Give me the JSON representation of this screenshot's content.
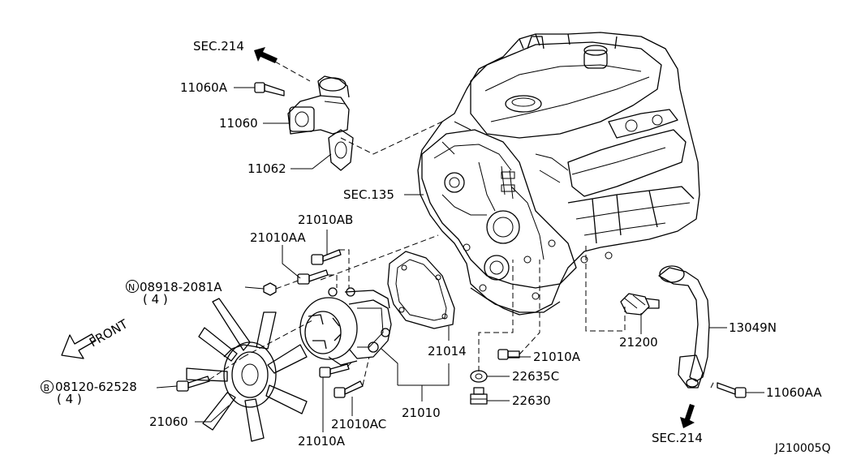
{
  "labels": {
    "sec214_top": "SEC.214",
    "p11060A": "11060A",
    "p11060": "11060",
    "p11062": "11062",
    "sec135": "SEC.135",
    "p21010AB": "21010AB",
    "p21010AA": "21010AA",
    "n_bolt_code": "08918-2081A",
    "n_prefix": "N",
    "n_qty": "( 4 )",
    "front": "FRONT",
    "b_bolt_code": "08120-62528",
    "b_prefix": "B",
    "b_qty": "( 4 )",
    "p21060": "21060",
    "p21010A_bottom": "21010A",
    "p21010AC": "21010AC",
    "p21010": "21010",
    "p21014": "21014",
    "p21010A_right": "21010A",
    "p22635C": "22635C",
    "p22630": "22630",
    "p21200": "21200",
    "p13049N": "13049N",
    "p11060AA": "11060AA",
    "sec214_bottom": "SEC.214",
    "diagram_id": "J210005Q"
  },
  "icons": [
    "arrow-up-left-icon",
    "arrow-down-icon",
    "front-arrow-icon"
  ]
}
